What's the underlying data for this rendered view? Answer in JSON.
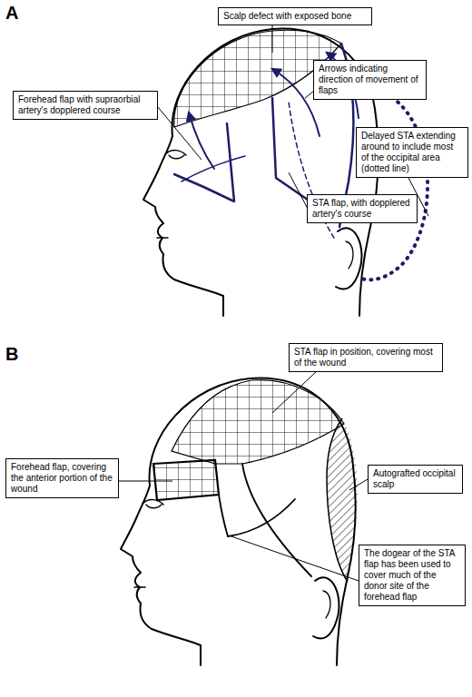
{
  "diagram": {
    "nodes": [
      {
        "text": [
          "Scalp defect with exposed bone"
        ]
      },
      {
        "text": [
          "Arrows indicating direction of movement of flaps"
        ]
      },
      {
        "text": [
          "Forehead flap with supraorbial artery's dopplered course"
        ]
      },
      {
        "text": [
          "Delayed STA extending around to include most of the occipital area (dotted line)"
        ]
      },
      {
        "text": [
          "STA flap, with dopplered artery's course"
        ]
      },
      {
        "text": [
          "STA flap in position, covering most of the wound"
        ]
      },
      {
        "text": [
          "Forehead flap, covering the anterior portion of the wound"
        ]
      },
      {
        "text": [
          "Autografted occipital scalp"
        ]
      },
      {
        "text": [
          "The dogear of the STA flap has been used to cover much of the donor site of the forehead flap"
        ]
      }
    ],
    "labels": [
      "A",
      "B"
    ]
  }
}
